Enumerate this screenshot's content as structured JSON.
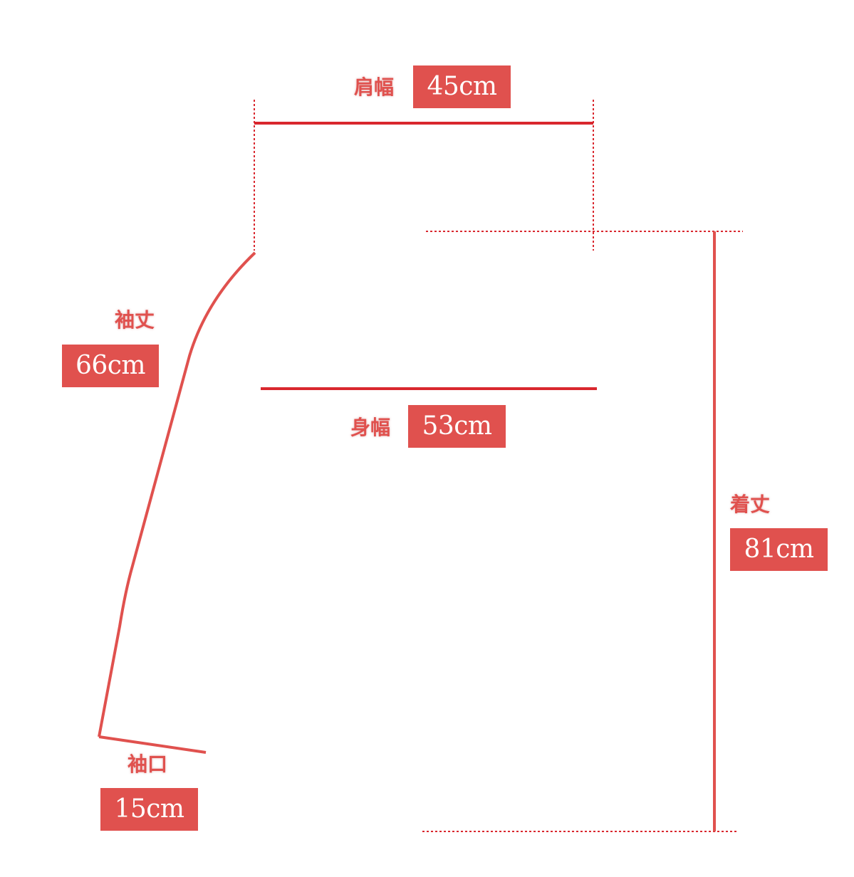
{
  "colors": {
    "accent": "#e0514e",
    "line": "#d9272e",
    "dotted": "#d9272e"
  },
  "measurements": {
    "shoulder_width": {
      "label": "肩幅",
      "value": "45cm"
    },
    "body_width": {
      "label": "身幅",
      "value": "53cm"
    },
    "sleeve_length": {
      "label": "袖丈",
      "value": "66cm"
    },
    "cuff": {
      "label": "袖口",
      "value": "15cm"
    },
    "total_length": {
      "label": "着丈",
      "value": "81cm"
    }
  }
}
